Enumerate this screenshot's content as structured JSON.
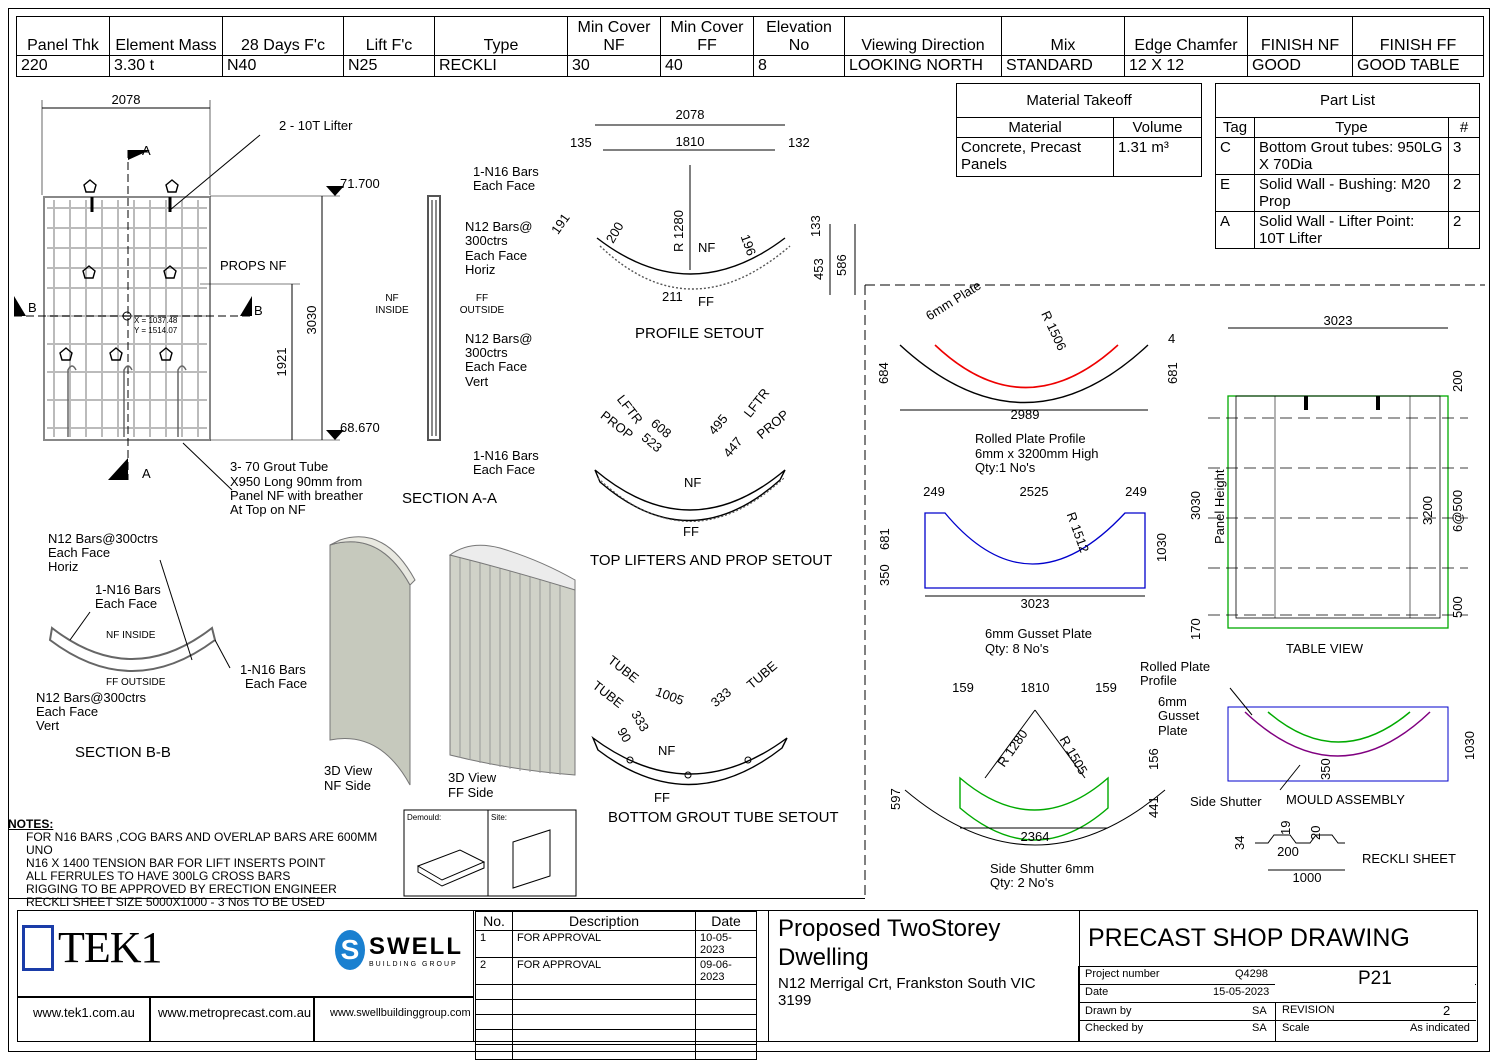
{
  "header": {
    "columns": [
      "Panel Thk",
      "Element Mass",
      "28 Days F'c",
      "Lift F'c",
      "Type",
      "Min Cover NF",
      "Min Cover FF",
      "Elevation No",
      "Viewing Direction",
      "Mix",
      "Edge Chamfer",
      "FINISH NF",
      "FINISH FF"
    ],
    "values": [
      "220",
      "3.30 t",
      "N40",
      "N25",
      "RECKLI",
      "30",
      "40",
      "8",
      "LOOKING NORTH",
      "STANDARD",
      "12 X 12",
      "GOOD",
      "GOOD TABLE"
    ]
  },
  "material_takeoff": {
    "title": "Material Takeoff",
    "headers": [
      "Material",
      "Volume"
    ],
    "rows": [
      [
        "Concrete, Precast Panels",
        "1.31 m³"
      ]
    ]
  },
  "part_list": {
    "title": "Part List",
    "headers": [
      "Tag",
      "Type",
      "#"
    ],
    "rows": [
      [
        "C",
        "Bottom Grout tubes: 950LG X 70Dia",
        "3"
      ],
      [
        "E",
        "Solid Wall - Bushing: M20 Prop",
        "2"
      ],
      [
        "A",
        "Solid Wall - Lifter Point: 10T Lifter",
        "2"
      ]
    ]
  },
  "elevation": {
    "width": "2078",
    "lifter": "2 - 10T Lifter",
    "level_top": "71.700",
    "level_bottom": "68.670",
    "props": "PROPS NF",
    "height": "3030",
    "prop_height": "1921",
    "coord_x": "X = 1037.48",
    "coord_y": "Y = 1514.07",
    "grout_note": [
      "3- 70 Grout Tube",
      "X950 Long  90mm from",
      "Panel NF with breather",
      "At Top on NF"
    ],
    "sec_a": "A",
    "sec_b": "B"
  },
  "section_aa": {
    "title": "SECTION A-A",
    "labels": [
      "1-N16 Bars",
      "Each Face",
      "N12 Bars@",
      "300ctrs",
      "Each Face",
      "Horiz",
      "N12 Bars@",
      "300ctrs",
      "Each Face",
      "Vert",
      "1-N16 Bars",
      "Each Face"
    ],
    "nf": "NF",
    "inside": "INSIDE",
    "ff": "FF",
    "outside": "OUTSIDE"
  },
  "section_bb": {
    "title": "SECTION B-B",
    "labels": [
      "N12 Bars@300ctrs",
      "Each Face",
      "Horiz",
      "1-N16 Bars",
      "Each Face",
      "NF INSIDE",
      "FF OUTSIDE",
      "1-N16 Bars",
      "Each Face",
      "N12 Bars@300ctrs",
      "Each Face",
      "Vert"
    ]
  },
  "views_3d": {
    "nf": [
      "3D View",
      "NF Side"
    ],
    "ff": [
      "3D View",
      "FF Side"
    ]
  },
  "profile_setout": {
    "title": "PROFILE SETOUT",
    "dims": [
      "2078",
      "1810",
      "135",
      "132",
      "191",
      "200",
      "R 1280",
      "NF",
      "196",
      "133",
      "453",
      "586",
      "211",
      "FF"
    ]
  },
  "top_lifters": {
    "title": "TOP LIFTERS AND PROP SETOUT",
    "dims": [
      "LFTR",
      "PROP",
      "608",
      "523",
      "LFTR",
      "495",
      "447",
      "PROP",
      "NF",
      "FF"
    ]
  },
  "bottom_grout": {
    "title": "BOTTOM GROUT TUBE SETOUT",
    "dims": [
      "TUBE",
      "TUBE",
      "1005",
      "333",
      "90",
      "NF",
      "333",
      "TUBE",
      "FF"
    ]
  },
  "rolled_plate": {
    "dims": [
      "6mm Plate",
      "R 1506",
      "684",
      "681",
      "4",
      "2989"
    ],
    "caption": [
      "Rolled Plate Profile",
      "6mm x 3200mm High",
      "Qty:1 No's"
    ]
  },
  "gusset": {
    "dims": [
      "249",
      "2525",
      "249",
      "R 1512",
      "681",
      "350",
      "1030",
      "3023"
    ],
    "caption": [
      "6mm Gusset Plate",
      "Qty: 8 No's"
    ]
  },
  "side_shutter": {
    "dims": [
      "159",
      "1810",
      "159",
      "R 1280",
      "R 1505",
      "597",
      "156",
      "441",
      "2364"
    ],
    "caption": [
      "Side Shutter 6mm",
      "Qty: 2 No's"
    ]
  },
  "table_view": {
    "title": "TABLE VIEW",
    "dims": [
      "3023",
      "200",
      "3030",
      "Panel Height",
      "3200",
      "6@500",
      "500",
      "170"
    ]
  },
  "mould": {
    "title": "MOULD ASSEMBLY",
    "labels": [
      "Rolled Plate",
      "Profile",
      "6mm",
      "Gusset",
      "Plate",
      "Side Shutter",
      "350",
      "1030"
    ]
  },
  "reckli": {
    "title": "RECKLI SHEET",
    "dims": [
      "34",
      "19",
      "20",
      "200",
      "1000"
    ]
  },
  "notes": {
    "title": "NOTES:",
    "items": [
      "FOR N16 BARS  ,COG BARS AND OVERLAP BARS ARE 600MM UNO",
      "N16 X 1400 TENSION BAR FOR LIFT INSERTS POINT",
      "ALL FERRULES TO HAVE 300LG CROSS BARS",
      "RIGGING TO BE APPROVED BY ERECTION ENGINEER",
      "RECKLI SHEET SIZE 5000X1000 - 3 Nos TO BE USED"
    ],
    "demould": "Demould:",
    "site": "Site:"
  },
  "title_block": {
    "logo1": "TEK1",
    "logo2": "SWELL",
    "logo2_sub": "BUILDING GROUP",
    "url1": "www.tek1.com.au",
    "url2": "www.metroprecast.com.au",
    "url3": "www.swellbuildinggroup.com",
    "rev_headers": [
      "No.",
      "Description",
      "Date"
    ],
    "revisions": [
      [
        "1",
        "FOR APPROVAL",
        "10-05-2023"
      ],
      [
        "2",
        "FOR APPROVAL",
        "09-06-2023"
      ]
    ],
    "project_title": [
      "Proposed TwoStorey",
      "Dwelling"
    ],
    "address": [
      "N12 Merrigal Crt,  Frankston South VIC",
      "3199"
    ],
    "drawing_title": "PRECAST SHOP DRAWING",
    "project_number_label": "Project number",
    "project_number": "Q4298",
    "date_label": "Date",
    "date": "15-05-2023",
    "drawn_label": "Drawn by",
    "drawn": "SA",
    "checked_label": "Checked by",
    "checked": "SA",
    "sheet": "P21",
    "revision_label": "REVISION",
    "revision": "2",
    "scale_label": "Scale",
    "scale": "As indicated"
  }
}
